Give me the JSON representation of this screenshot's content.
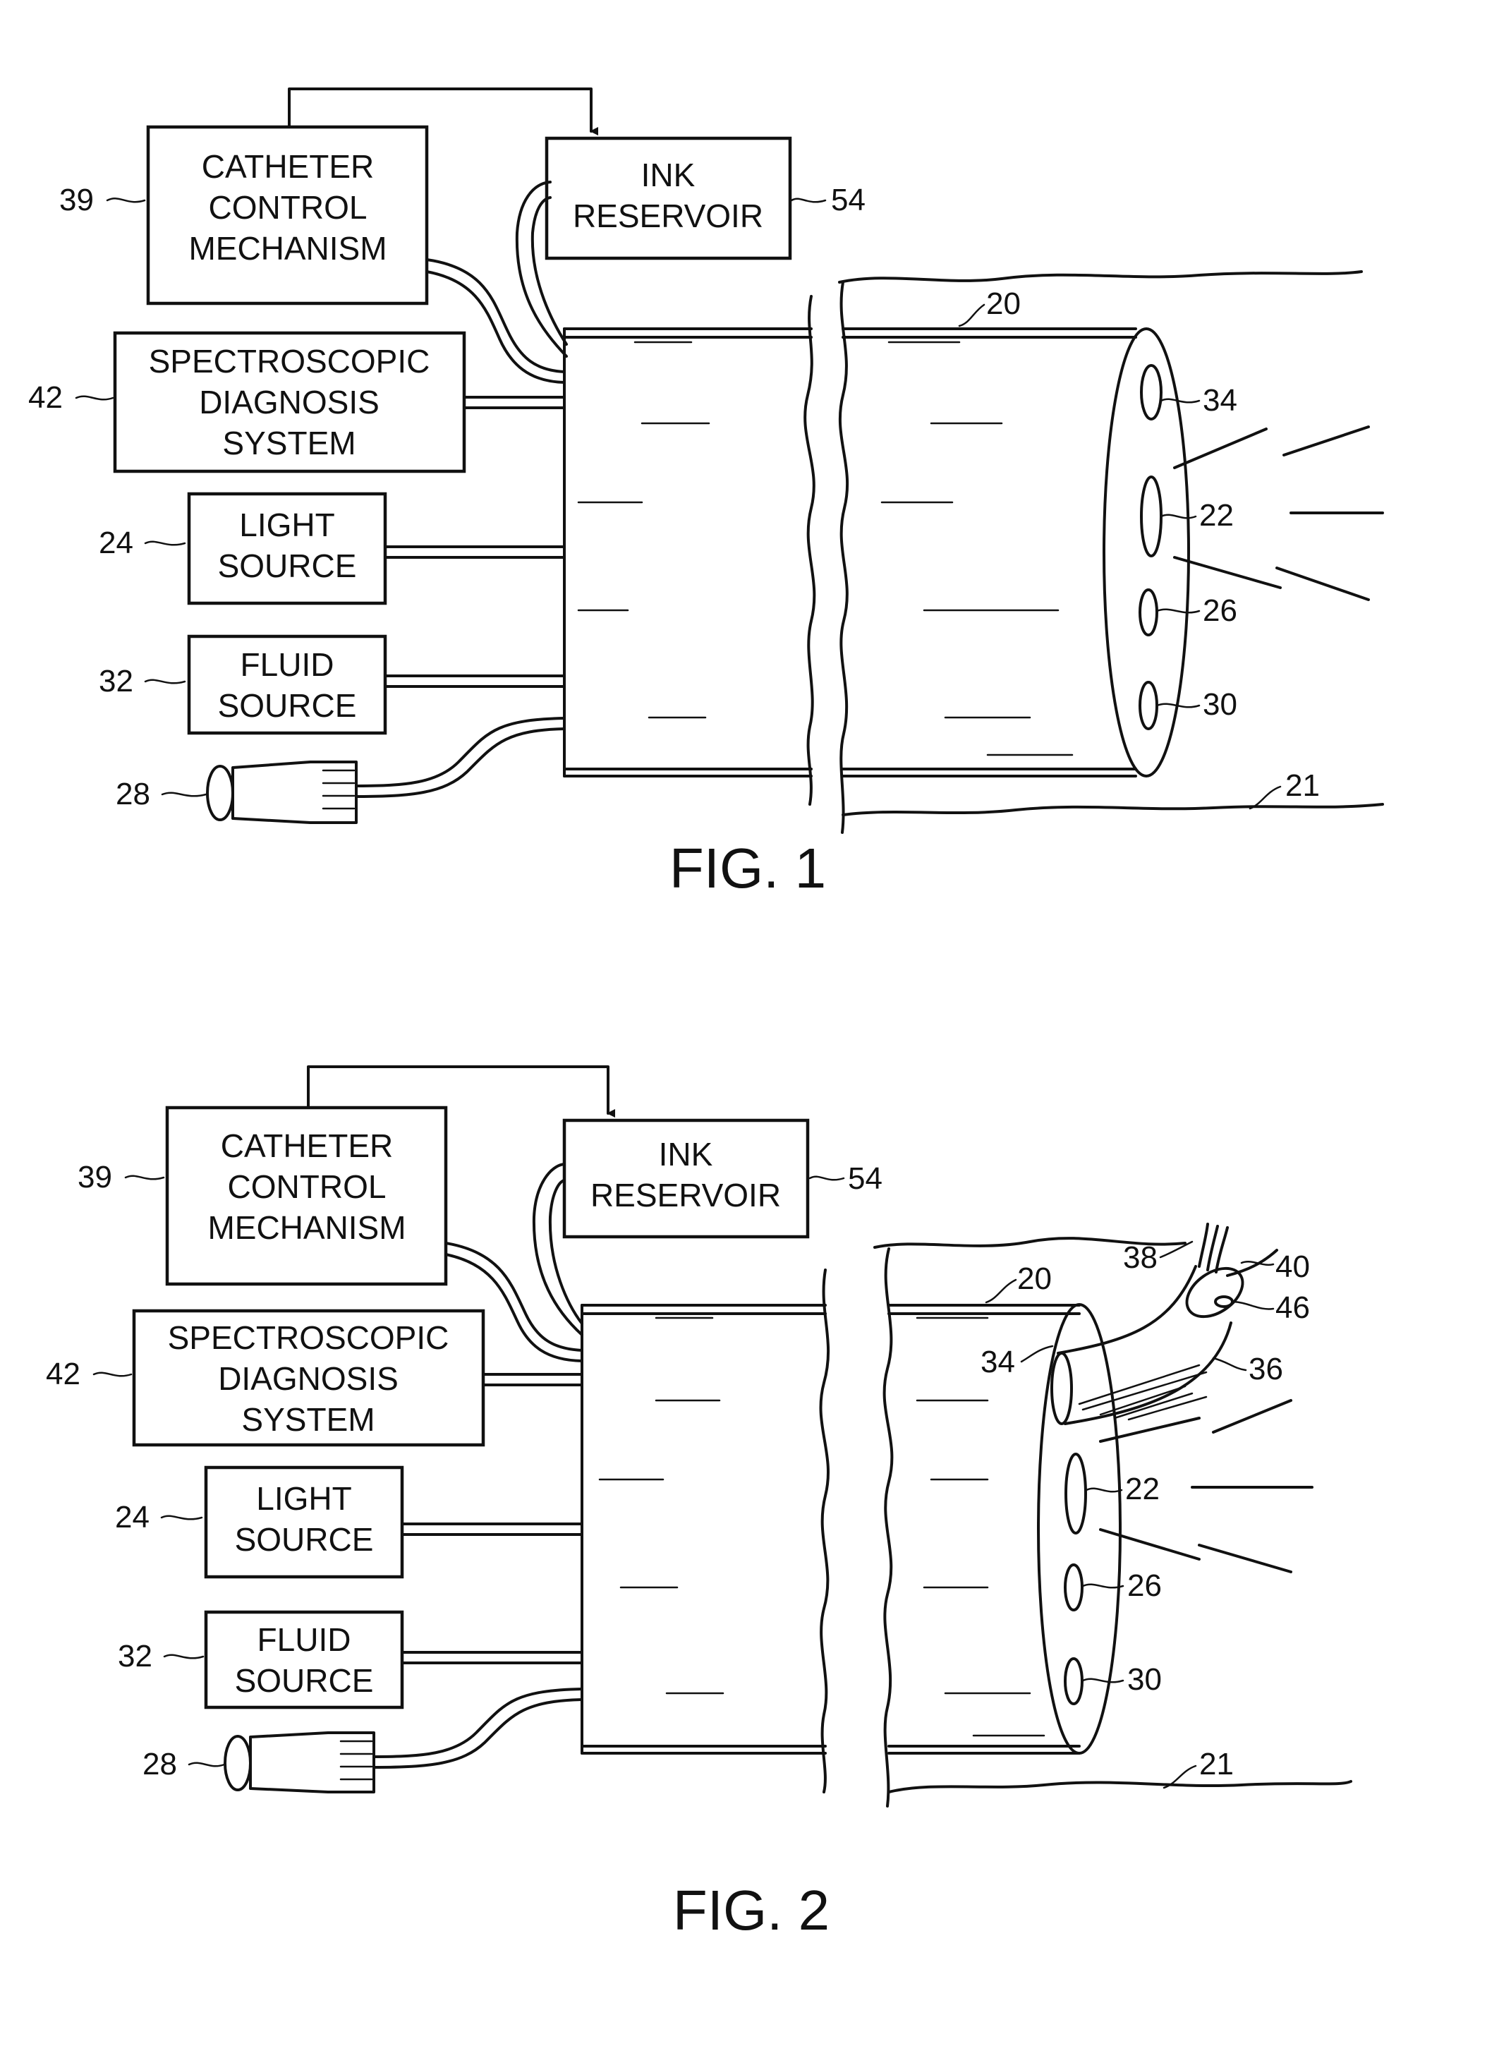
{
  "fig1": {
    "caption": "FIG. 1",
    "boxes": {
      "catheter_control": [
        "CATHETER",
        "CONTROL",
        "MECHANISM"
      ],
      "ink_reservoir": [
        "INK",
        "RESERVOIR"
      ],
      "spectroscopic": [
        "SPECTROSCOPIC",
        "DIAGNOSIS",
        "SYSTEM"
      ],
      "light_source": [
        "LIGHT",
        "SOURCE"
      ],
      "fluid_source": [
        "FLUID",
        "SOURCE"
      ]
    },
    "refs": {
      "r39": "39",
      "r54": "54",
      "r42": "42",
      "r24": "24",
      "r32": "32",
      "r28": "28",
      "r20": "20",
      "r34": "34",
      "r22": "22",
      "r26": "26",
      "r30": "30",
      "r21": "21"
    }
  },
  "fig2": {
    "caption": "FIG. 2",
    "boxes": {
      "catheter_control": [
        "CATHETER",
        "CONTROL",
        "MECHANISM"
      ],
      "ink_reservoir": [
        "INK",
        "RESERVOIR"
      ],
      "spectroscopic": [
        "SPECTROSCOPIC",
        "DIAGNOSIS",
        "SYSTEM"
      ],
      "light_source": [
        "LIGHT",
        "SOURCE"
      ],
      "fluid_source": [
        "FLUID",
        "SOURCE"
      ]
    },
    "refs": {
      "r39": "39",
      "r54": "54",
      "r42": "42",
      "r24": "24",
      "r32": "32",
      "r28": "28",
      "r20": "20",
      "r38": "38",
      "r40": "40",
      "r46": "46",
      "r34": "34",
      "r36": "36",
      "r22": "22",
      "r26": "26",
      "r30": "30",
      "r21": "21"
    }
  }
}
